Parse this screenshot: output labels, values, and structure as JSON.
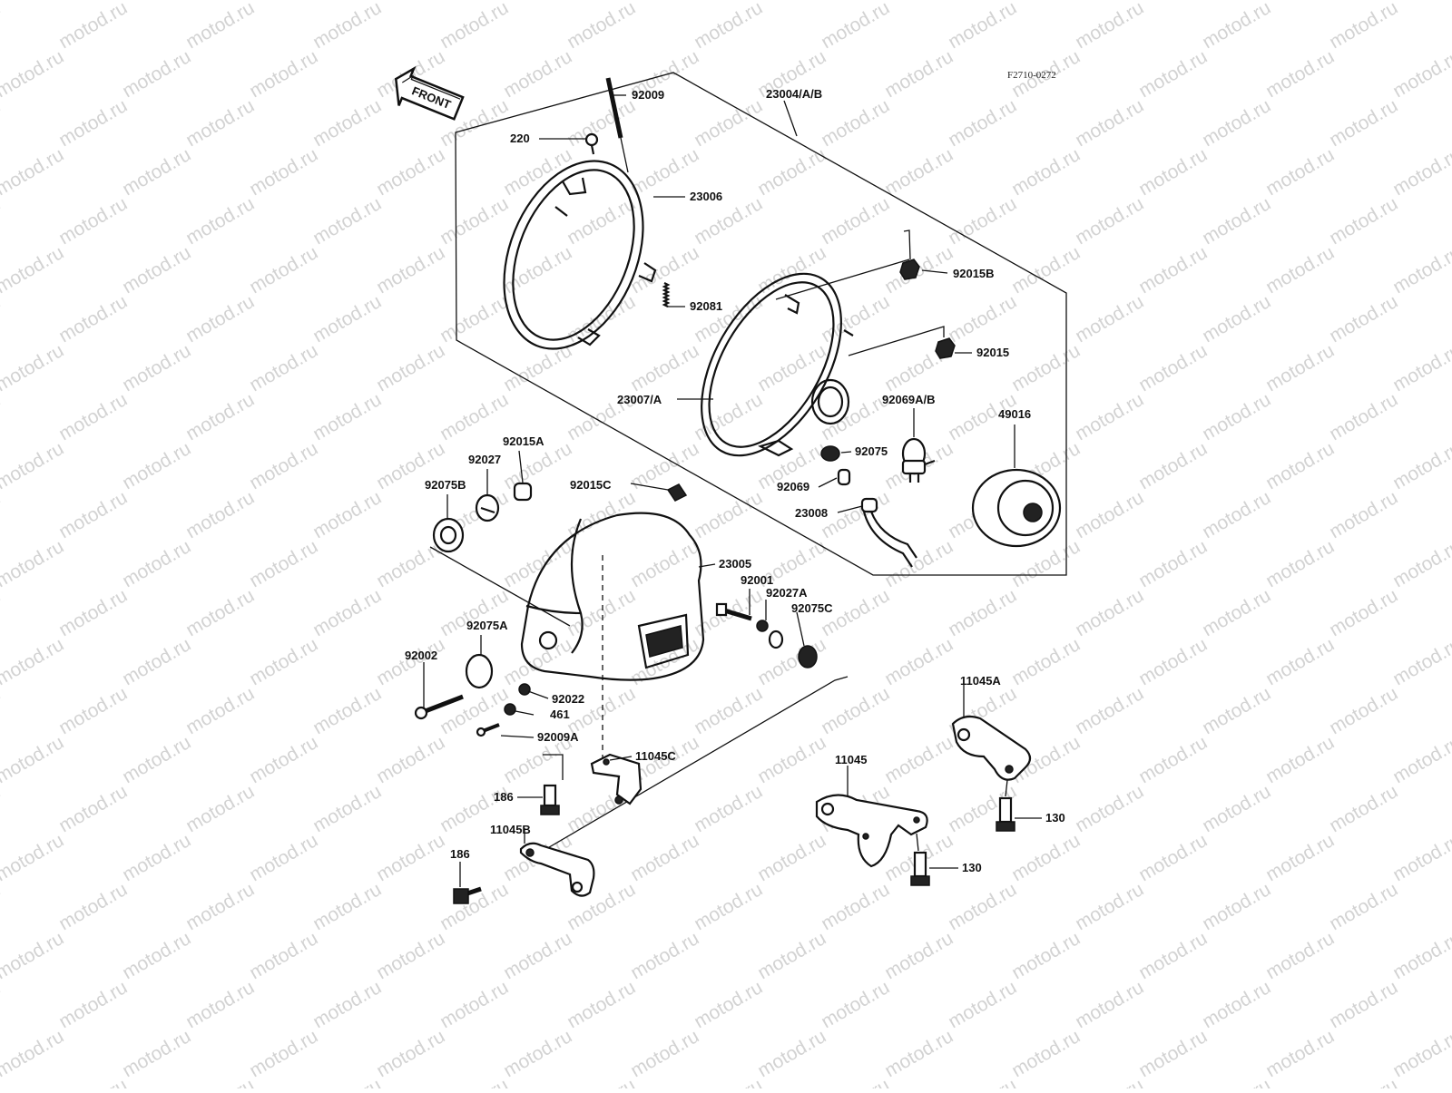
{
  "diagram": {
    "code": "F2710-0272",
    "front_label": "FRONT",
    "watermark": "motod.ru",
    "labels": {
      "l92009": "92009",
      "l23004": "23004/A/B",
      "l220": "220",
      "l23006": "23006",
      "l92015B": "92015B",
      "l92081": "92081",
      "l92015": "92015",
      "l23007": "23007/A",
      "l92069AB": "92069A/B",
      "l49016": "49016",
      "l92015A": "92015A",
      "l92027": "92027",
      "l92075B": "92075B",
      "l92015C": "92015C",
      "l92075": "92075",
      "l92069": "92069",
      "l23008": "23008",
      "l23005": "23005",
      "l92001": "92001",
      "l92027A": "92027A",
      "l92075C": "92075C",
      "l92075A": "92075A",
      "l92002": "92002",
      "l92022": "92022",
      "l461": "461",
      "l92009A": "92009A",
      "l11045A": "11045A",
      "l11045C": "11045C",
      "l11045": "11045",
      "l186a": "186",
      "l11045B": "11045B",
      "l130a": "130",
      "l186b": "186",
      "l130b": "130"
    }
  }
}
